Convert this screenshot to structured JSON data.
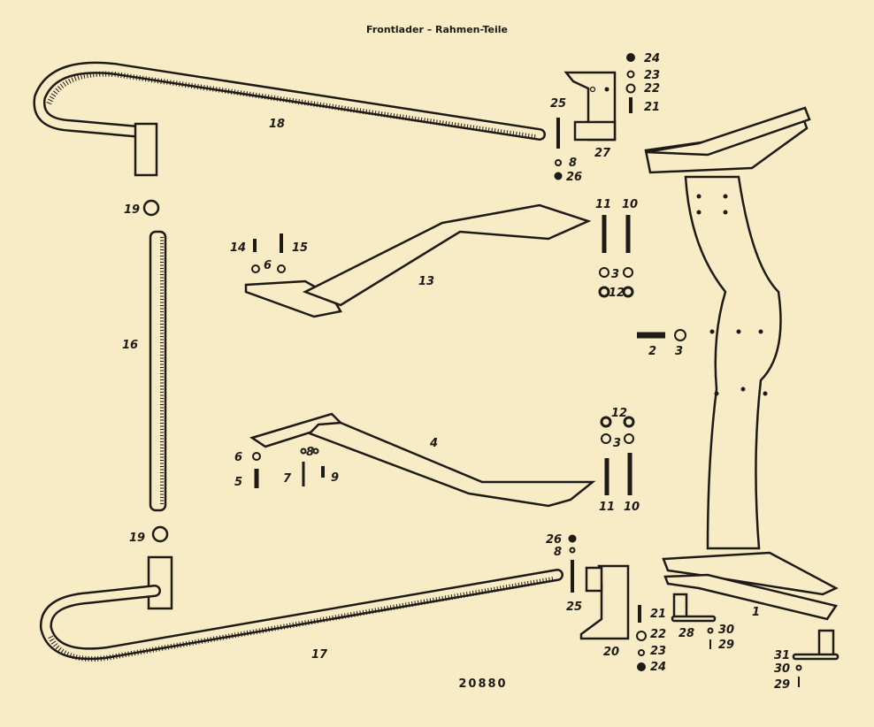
{
  "title": "Frontlader – Rahmen-Teile",
  "drawing_number": "20880",
  "part_labels": {
    "p18": "18",
    "p25a": "25",
    "p27": "27",
    "p24a": "24",
    "p23a": "23",
    "p22a": "22",
    "p21a": "21",
    "p8a": "8",
    "p26a": "26",
    "p19a": "19",
    "p14": "14",
    "p15": "15",
    "p6a": "6",
    "p13": "13",
    "p11a": "11",
    "p10a": "10",
    "p3a": "3",
    "p12a": "12",
    "p2": "2",
    "p3b": "3",
    "p16": "16",
    "p12b": "12",
    "p3c": "3",
    "p4": "4",
    "p6b": "6",
    "p8b": "8",
    "p5": "5",
    "p7": "7",
    "p9": "9",
    "p11b": "11",
    "p10b": "10",
    "p19b": "19",
    "p26b": "26",
    "p8c": "8",
    "p25b": "25",
    "p21b": "21",
    "p22b": "22",
    "p23b": "23",
    "p24b": "24",
    "p20": "20",
    "p28": "28",
    "p30a": "30",
    "p29a": "29",
    "p1": "1",
    "p31": "31",
    "p30b": "30",
    "p29b": "29",
    "p17": "17"
  },
  "colors": {
    "paper": "#f8ecc6",
    "ink": "#1e1a16"
  }
}
